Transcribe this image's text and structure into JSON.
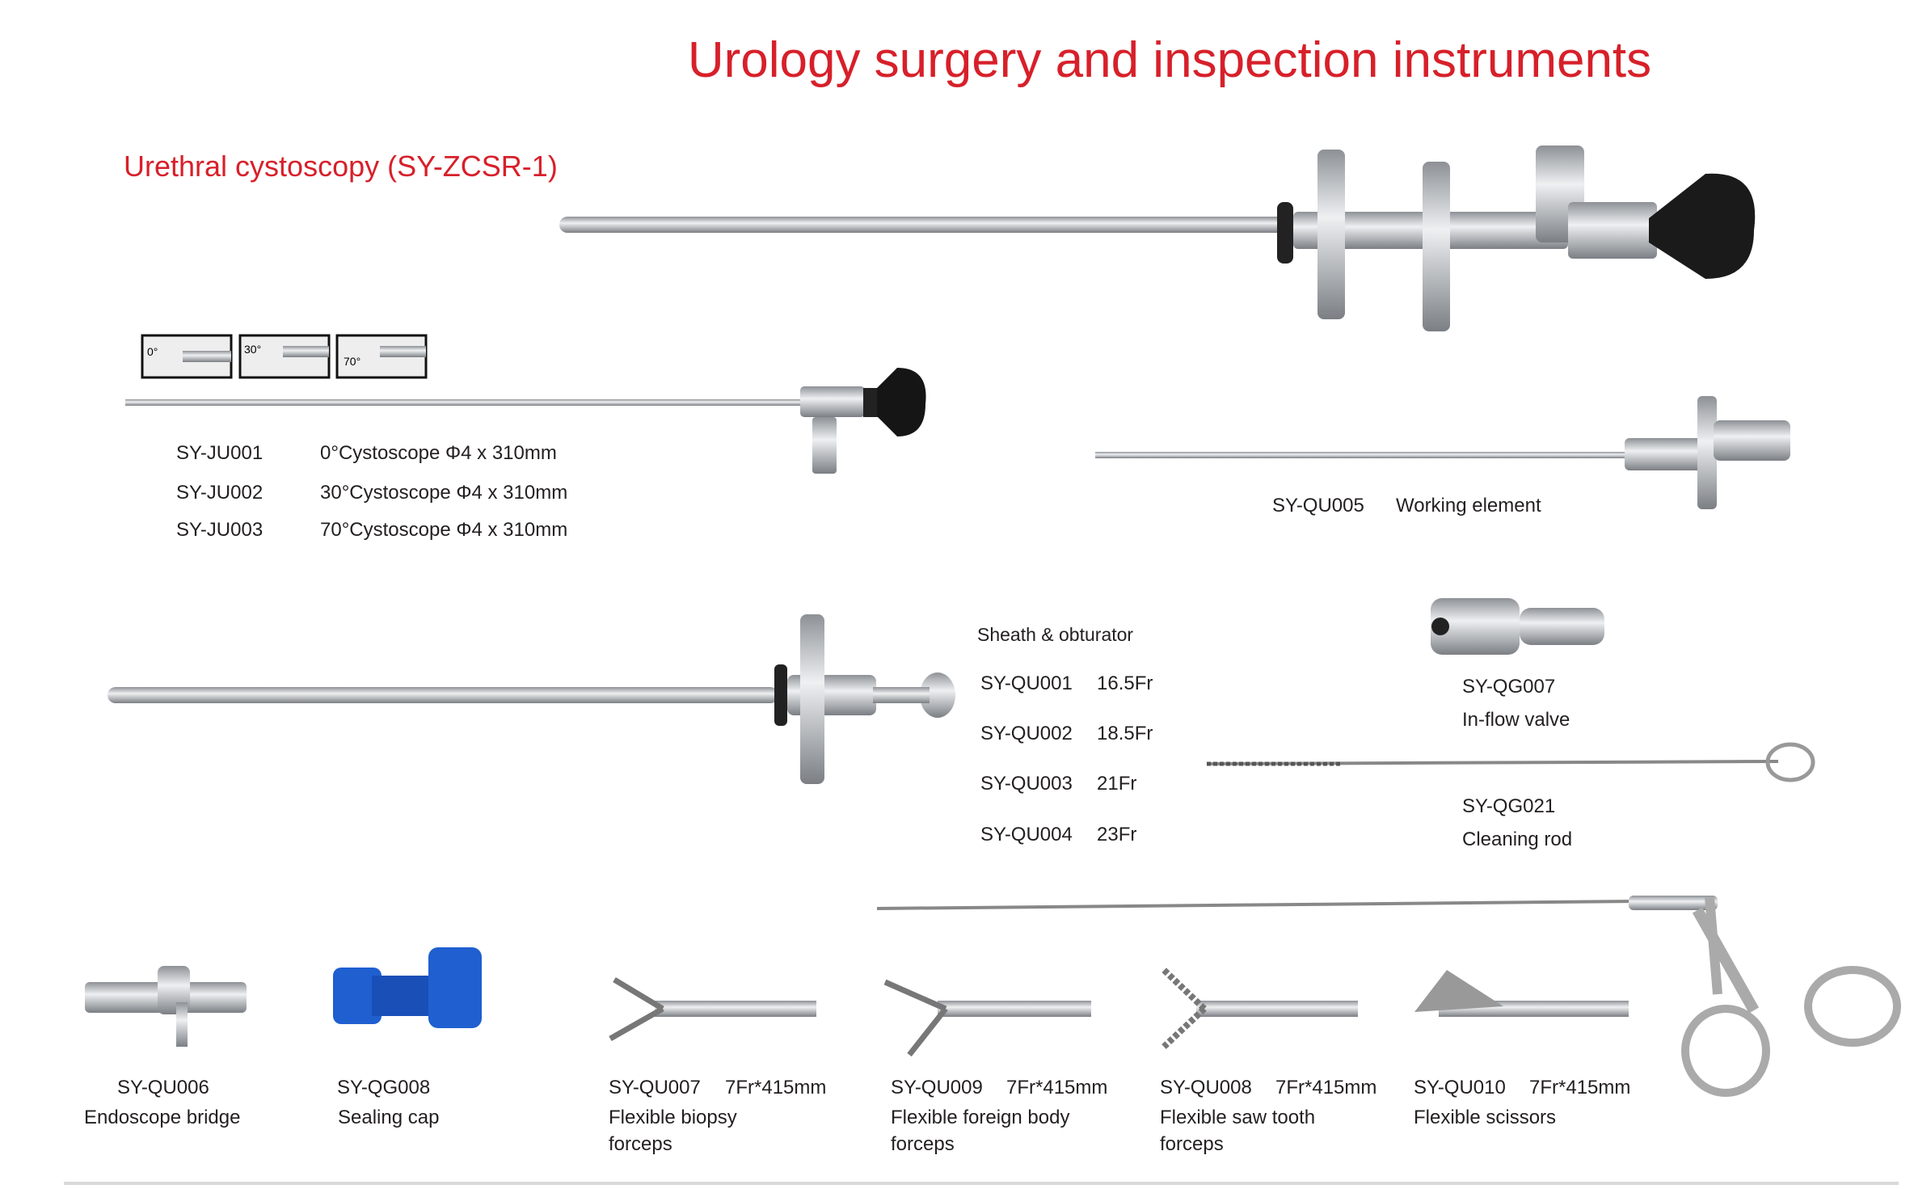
{
  "title": "Urology surgery and inspection instruments",
  "subtitle": "Urethral cystoscopy (SY-ZCSR-1)",
  "view_angle_icons": [
    "0°",
    "30°",
    "70°"
  ],
  "cystoscopes": [
    {
      "code": "SY-JU001",
      "desc": "0°Cystoscope Φ4 x 310mm"
    },
    {
      "code": "SY-JU002",
      "desc": "30°Cystoscope Φ4 x 310mm"
    },
    {
      "code": "SY-JU003",
      "desc": "70°Cystoscope Φ4 x 310mm"
    }
  ],
  "working_element": {
    "code": "SY-QU005",
    "name": "Working element"
  },
  "sheath": {
    "heading": "Sheath & obturator",
    "items": [
      {
        "code": "SY-QU001",
        "size": "16.5Fr"
      },
      {
        "code": "SY-QU002",
        "size": "18.5Fr"
      },
      {
        "code": "SY-QU003",
        "size": "21Fr"
      },
      {
        "code": "SY-QU004",
        "size": "23Fr"
      }
    ]
  },
  "inflow_valve": {
    "code": "SY-QG007",
    "name": "In-flow valve"
  },
  "cleaning_rod": {
    "code": "SY-QG021",
    "name": "Cleaning rod"
  },
  "accessories": [
    {
      "code": "SY-QU006",
      "size": "",
      "name1": "Endoscope bridge",
      "name2": ""
    },
    {
      "code": "SY-QG008",
      "size": "",
      "name1": "Sealing cap",
      "name2": ""
    },
    {
      "code": "SY-QU007",
      "size": "7Fr*415mm",
      "name1": "Flexible biopsy",
      "name2": "forceps"
    },
    {
      "code": "SY-QU009",
      "size": "7Fr*415mm",
      "name1": "Flexible foreign body",
      "name2": "forceps"
    },
    {
      "code": "SY-QU008",
      "size": "7Fr*415mm",
      "name1": "Flexible saw tooth",
      "name2": "forceps"
    },
    {
      "code": "SY-QU010",
      "size": "7Fr*415mm",
      "name1": "Flexible scissors",
      "name2": ""
    }
  ],
  "colors": {
    "title": "#d7202a",
    "text": "#231f20",
    "steel": "#b8bcc0",
    "cap_blue": "#1f5fd0"
  }
}
